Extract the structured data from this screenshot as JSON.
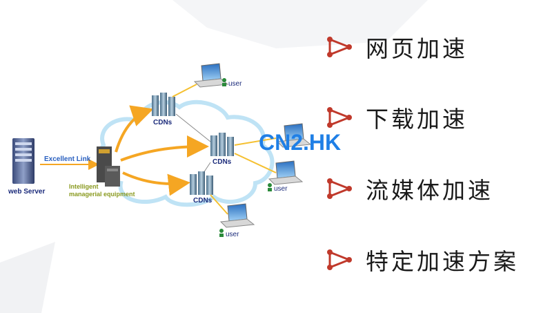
{
  "diagram": {
    "server_label": "web Server",
    "link_label": "Excellent Link",
    "manager_label_line1": "Intelligent",
    "manager_label_line2": "managerial equipment",
    "cdn_label": "CDNs",
    "user_label": "user"
  },
  "watermark": "CN2.HK",
  "features": [
    "网页加速",
    "下载加速",
    "流媒体加速",
    "特定加速方案"
  ],
  "colors": {
    "bullet": "#c0392b",
    "arrow": "#f5a623",
    "watermark": "#1f7fe6",
    "cloud": "#bfe3f5"
  }
}
